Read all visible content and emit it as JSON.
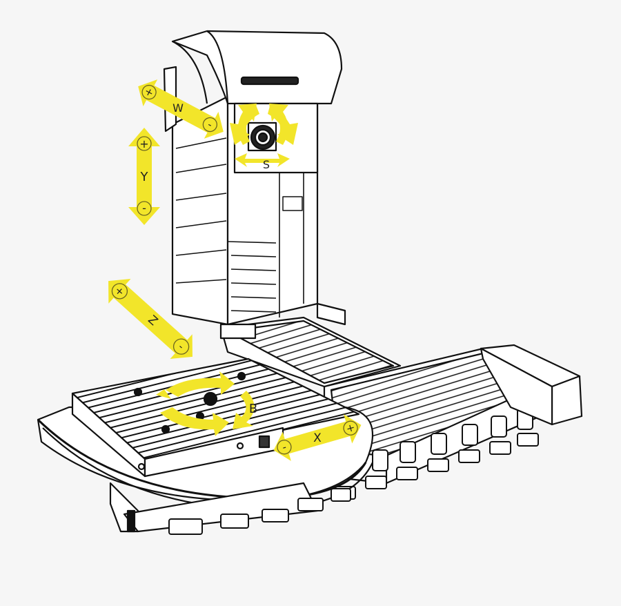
{
  "diagram": {
    "subject": "Horizontal boring mill with rotary table",
    "background": "#f6f6f6",
    "arrow_color": "#f2e52a",
    "arrow_outline": "#6b6420",
    "line_color": "#111111",
    "axes": [
      {
        "id": "W",
        "label": "W",
        "type": "linear",
        "plus": "+",
        "minus": "-"
      },
      {
        "id": "S",
        "label": "S",
        "type": "rotary"
      },
      {
        "id": "Y",
        "label": "Y",
        "type": "linear",
        "plus": "+",
        "minus": "-"
      },
      {
        "id": "Z",
        "label": "Z",
        "type": "linear",
        "plus": "+",
        "minus": "-"
      },
      {
        "id": "B",
        "label": "B",
        "type": "rotary"
      },
      {
        "id": "X",
        "label": "X",
        "type": "linear",
        "plus": "+",
        "minus": "-"
      }
    ]
  }
}
